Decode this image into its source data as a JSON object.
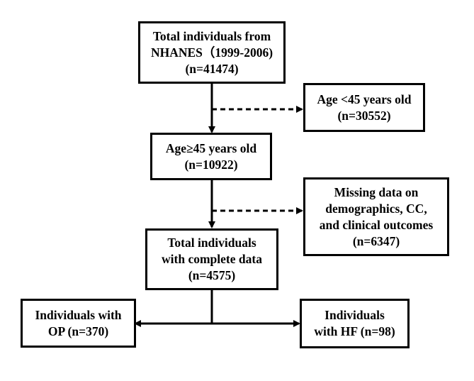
{
  "boxes": {
    "total": {
      "lines": [
        "Total individuals from",
        "NHANES（1999-2006)",
        "(n=41474)"
      ]
    },
    "age_under45": {
      "lines": [
        "Age <45 years old",
        "(n=30552)"
      ]
    },
    "age_over45": {
      "lines": [
        "Age≥45 years old",
        "(n=10922)"
      ]
    },
    "missing": {
      "lines": [
        "Missing data on",
        "demographics, CC,",
        "and clinical outcomes",
        "(n=6347)"
      ]
    },
    "complete": {
      "lines": [
        "Total individuals",
        "with complete data",
        "(n=4575)"
      ]
    },
    "op": {
      "lines": [
        "Individuals with",
        "OP  (n=370)"
      ]
    },
    "hf": {
      "lines": [
        "Individuals",
        "with  HF  (n=98)"
      ]
    }
  }
}
